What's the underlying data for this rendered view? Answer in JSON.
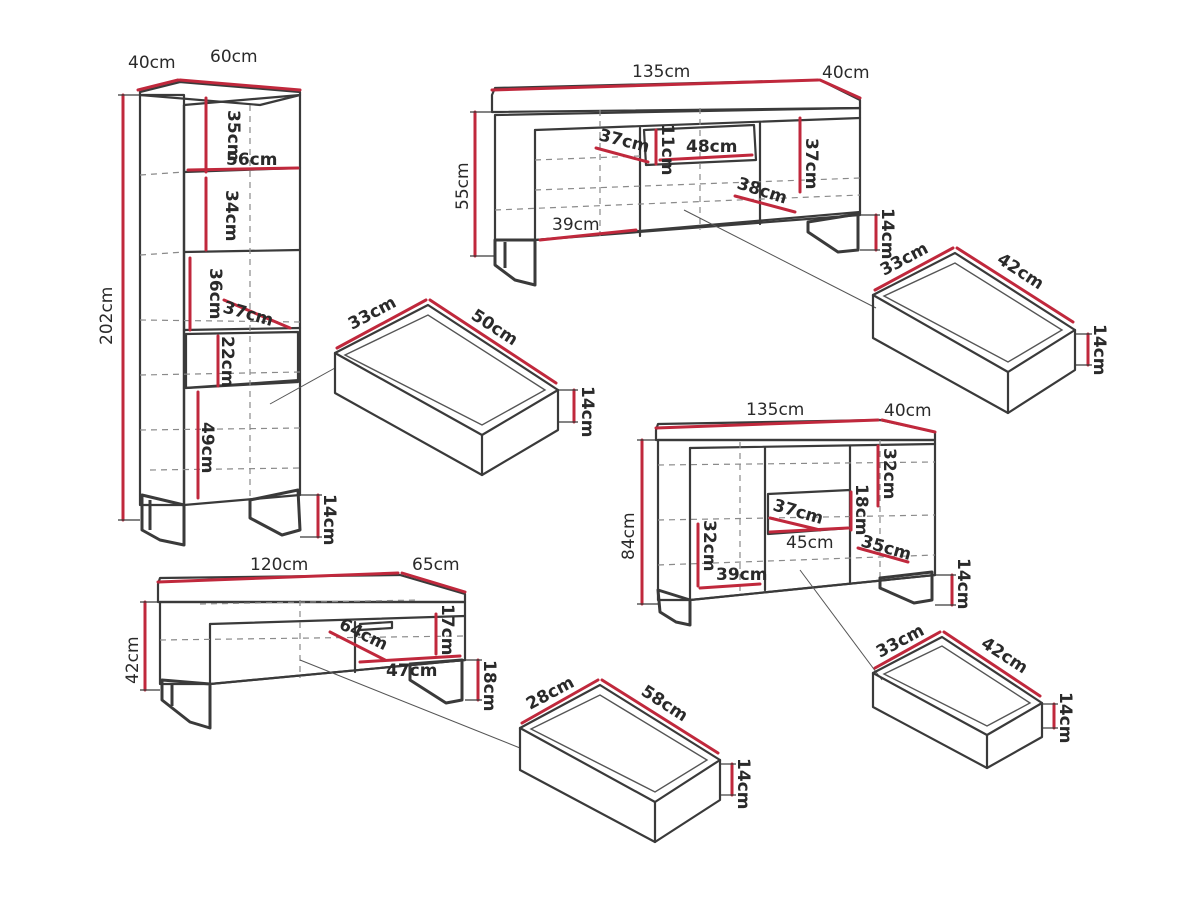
{
  "units": "cm",
  "furniture": [
    {
      "id": "tall_bookcase",
      "labels": [
        "40cm",
        "60cm",
        "202cm",
        "35cm",
        "56cm",
        "34cm",
        "36cm",
        "37cm",
        "22cm",
        "49cm",
        "14cm"
      ]
    },
    {
      "id": "tall_bookcase_drawer",
      "labels": [
        "33cm",
        "50cm",
        "14cm"
      ]
    },
    {
      "id": "tv_cabinet",
      "labels": [
        "135cm",
        "40cm",
        "55cm",
        "37cm",
        "11cm",
        "48cm",
        "37cm",
        "38cm",
        "39cm",
        "14cm"
      ]
    },
    {
      "id": "tv_cabinet_drawer",
      "labels": [
        "33cm",
        "42cm",
        "14cm"
      ]
    },
    {
      "id": "sideboard",
      "labels": [
        "135cm",
        "40cm",
        "84cm",
        "32cm",
        "18cm",
        "37cm",
        "45cm",
        "35cm",
        "32cm",
        "39cm",
        "14cm"
      ]
    },
    {
      "id": "sideboard_drawer",
      "labels": [
        "33cm",
        "42cm",
        "14cm"
      ]
    },
    {
      "id": "coffee_table",
      "labels": [
        "120cm",
        "65cm",
        "42cm",
        "17cm",
        "64cm",
        "47cm",
        "18cm"
      ]
    },
    {
      "id": "coffee_table_drawer",
      "labels": [
        "28cm",
        "58cm",
        "14cm"
      ]
    }
  ]
}
